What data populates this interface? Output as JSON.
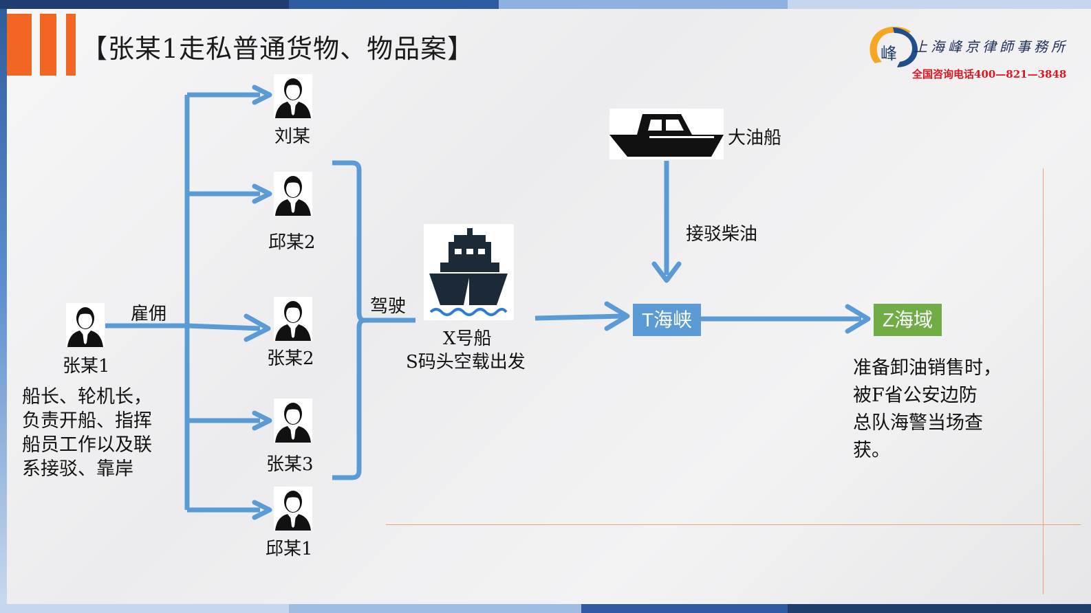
{
  "title": "【张某1走私普通货物、物品案】",
  "logo": {
    "mark_text": "峰",
    "firm_name": "上海峰京律師事務所",
    "hotline": "全国咨询电话400—821—3848"
  },
  "colors": {
    "accent_orange": "#f26522",
    "arrow_blue": "#5b9bd5",
    "t_box": "#5b9bd5",
    "z_box": "#70ad47",
    "ship_dark": "#1c2a38"
  },
  "people": {
    "zhang1": "张某1",
    "liu": "刘某",
    "qiu2": "邱某2",
    "zhang2": "张某2",
    "zhang3": "张某3",
    "qiu1": "邱某1"
  },
  "relations": {
    "hire": "雇佣",
    "drive": "驾驶",
    "refuel": "接驳柴油"
  },
  "zhang1_role": [
    "船长、轮机长，",
    "负责开船、指挥",
    "船员工作以及联",
    "系接驳、靠岸"
  ],
  "ship": {
    "name": "X号船",
    "departure": "S码头空载出发",
    "icon": "cargo-ship-icon"
  },
  "tanker": {
    "name": "大油船",
    "icon": "speedboat-icon"
  },
  "locations": {
    "t_strait": "T海峡",
    "z_area": "Z海域"
  },
  "outcome": [
    "准备卸油销售时，",
    "被F省公安边防",
    "总队海警当场查",
    "获。"
  ]
}
